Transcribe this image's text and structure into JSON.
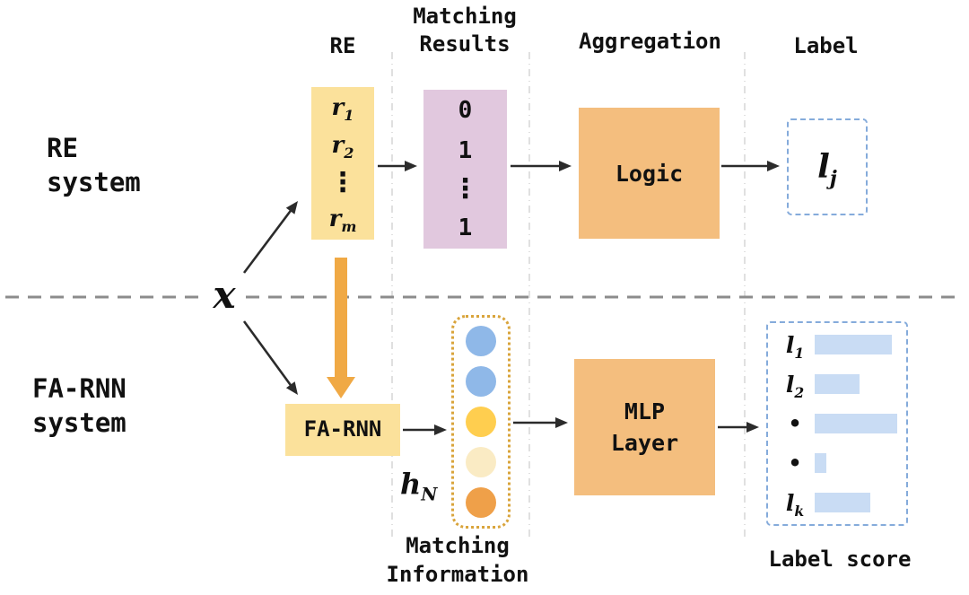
{
  "colors": {
    "yellow_box": "#FBE19B",
    "pink_box": "#E1C8DE",
    "orange_box": "#F4BE7E",
    "dashed_border": "#85ABDB",
    "bar_fill": "#C9DCF4",
    "circle_border": "#D9A43B",
    "thick_arrow": "#F0A945",
    "divider": "#8C8C8C",
    "separator": "#D9D9D9",
    "arrow": "#2B2B2B"
  },
  "column_headers": {
    "re": "RE",
    "matching_results": [
      "Matching",
      "Results"
    ],
    "aggregation": "Aggregation",
    "label": "Label"
  },
  "system_labels": {
    "re": [
      "RE",
      "system"
    ],
    "fa_rnn": [
      "FA-RNN",
      "system"
    ]
  },
  "input_symbol": "x",
  "re_rules": {
    "items": [
      {
        "base": "r",
        "sub": "1"
      },
      {
        "base": "r",
        "sub": "2"
      },
      {
        "base": "r",
        "sub": "m"
      }
    ],
    "dots": "⋮"
  },
  "matching_results": {
    "values": [
      "0",
      "1",
      "1"
    ],
    "dots": "⋮"
  },
  "logic_label": "Logic",
  "re_output": {
    "base": "l",
    "sub": "j"
  },
  "fa_rnn_label": "FA-RNN",
  "hidden_state": {
    "base": "h",
    "sub": "N"
  },
  "matching_info": {
    "caption": [
      "Matching",
      "Information"
    ],
    "circle_colors": [
      "#8FB8E8",
      "#8FB8E8",
      "#FFCE4F",
      "#FAEBC4",
      "#EFA049"
    ]
  },
  "mlp_label": [
    "MLP",
    "Layer"
  ],
  "label_score": {
    "caption": "Label score",
    "rows": [
      {
        "base": "l",
        "sub": "1",
        "dot": "",
        "bar": 86
      },
      {
        "base": "l",
        "sub": "2",
        "dot": "",
        "bar": 50
      },
      {
        "base": "",
        "sub": "",
        "dot": "•",
        "bar": 92
      },
      {
        "base": "",
        "sub": "",
        "dot": "•",
        "bar": 13
      },
      {
        "base": "l",
        "sub": "k",
        "dot": "",
        "bar": 62
      }
    ]
  }
}
